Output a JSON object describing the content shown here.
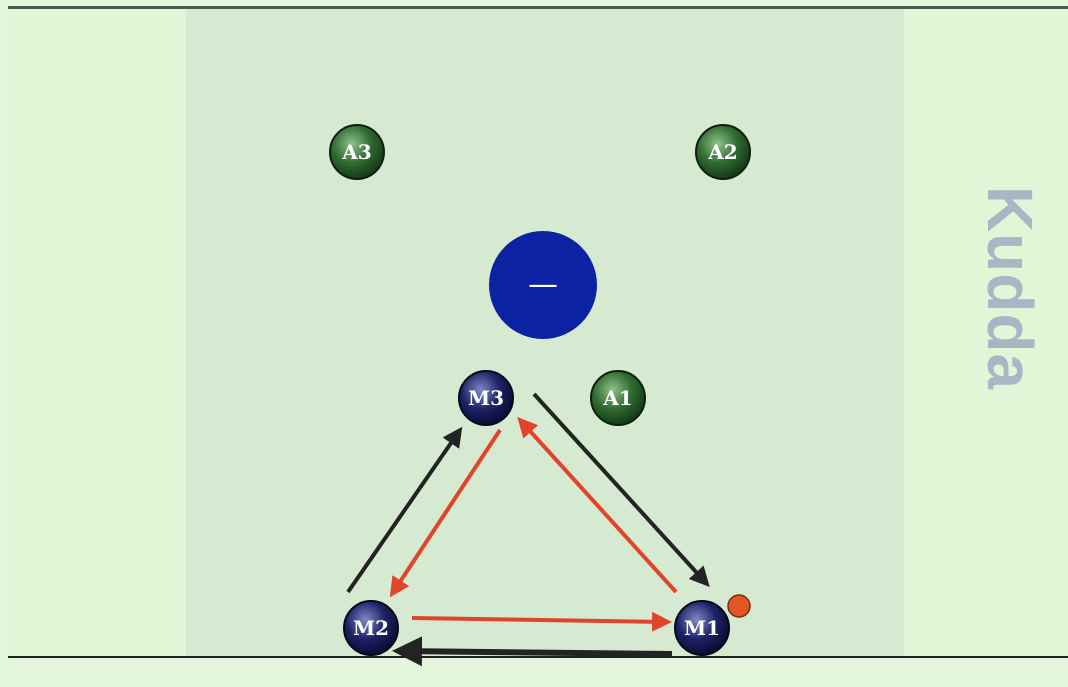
{
  "logo": {
    "text": "Kudda"
  },
  "goal": {
    "label": "—"
  },
  "players": {
    "A3": "A3",
    "A2": "A2",
    "A1": "A1",
    "M3": "M3",
    "M2": "M2",
    "M1": "M1"
  },
  "colors": {
    "attacker": "#2e6a2f",
    "defender": "#1d2166",
    "goal": "#0b22a3",
    "arrow_red": "#e0442a",
    "arrow_black": "#232323",
    "ball": "#e25724"
  }
}
